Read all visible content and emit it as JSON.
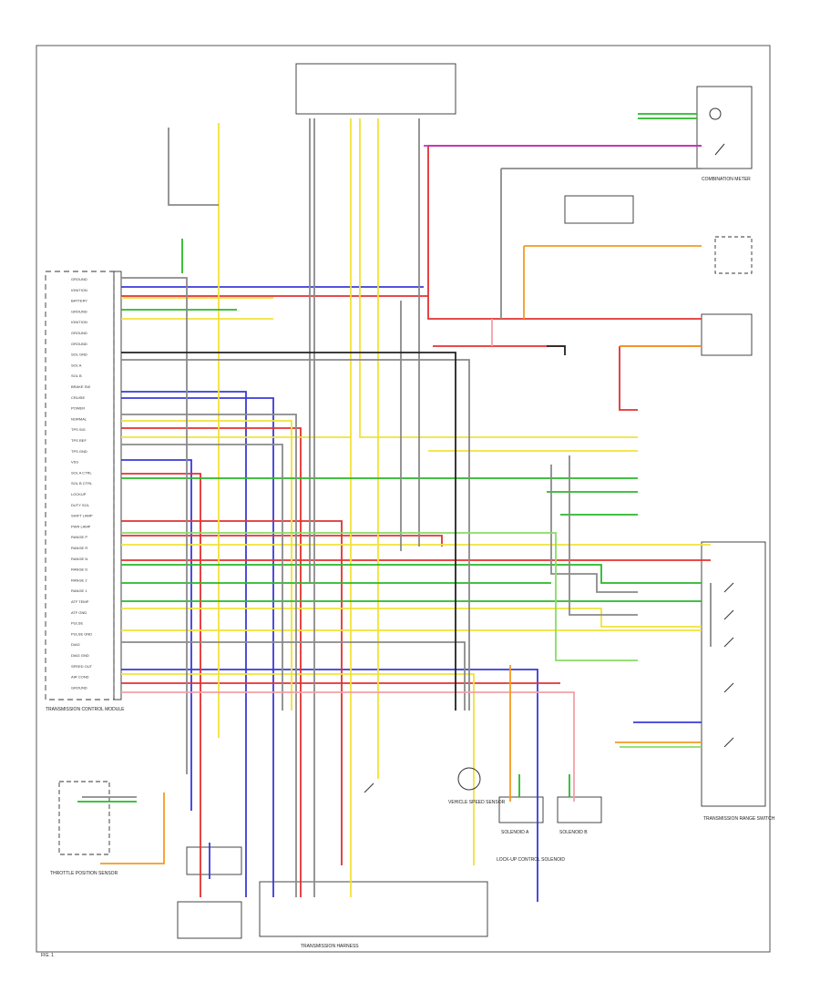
{
  "colors": {
    "blk": "#222222",
    "gry": "#8a8a8a",
    "blu": "#3a3ad8",
    "red": "#e43030",
    "grn": "#28b828",
    "yel": "#f0e23a",
    "pnk": "#f2a0a8",
    "org": "#f59a22",
    "vio": "#c030c0",
    "lgrn": "#88dd66"
  },
  "labels": {
    "fig": "FIG. 1",
    "harness": "TRANSMISSION HARNESS",
    "ecu": "TRANSMISSION CONTROL MODULE",
    "cluster": "COMBINATION METER",
    "tps": "THROTTLE POSITION SENSOR",
    "speed": "VEHICLE SPEED SENSOR",
    "sol_a": "SOLENOID A",
    "sol_b": "SOLENOID B",
    "lockup": "LOCK-UP CONTROL SOLENOID",
    "range": "TRANSMISSION RANGE SWITCH"
  },
  "ecu_pins": [
    "GROUND",
    "IGNITION",
    "BATTERY",
    "GROUND",
    "IGNITION",
    "GROUND",
    "GROUND",
    "SOL GND",
    "SOL A",
    "SOL B",
    "BRAKE SW",
    "CRUISE",
    "POWER",
    "NORMAL",
    "TPS SIG",
    "TPS REF",
    "TPS GND",
    "VSS",
    "SOL A CTRL",
    "SOL B CTRL",
    "LOCKUP",
    "DUTY SOL",
    "SHIFT LAMP",
    "PWR LAMP",
    "RANGE P",
    "RANGE R",
    "RANGE N",
    "RANGE D",
    "RANGE 2",
    "RANGE 1",
    "ATF TEMP",
    "ATF GND",
    "PULSE",
    "PULSE GND",
    "DIAG",
    "DIAG GND",
    "SPEED OUT",
    "AIR COND",
    "GROUND"
  ]
}
